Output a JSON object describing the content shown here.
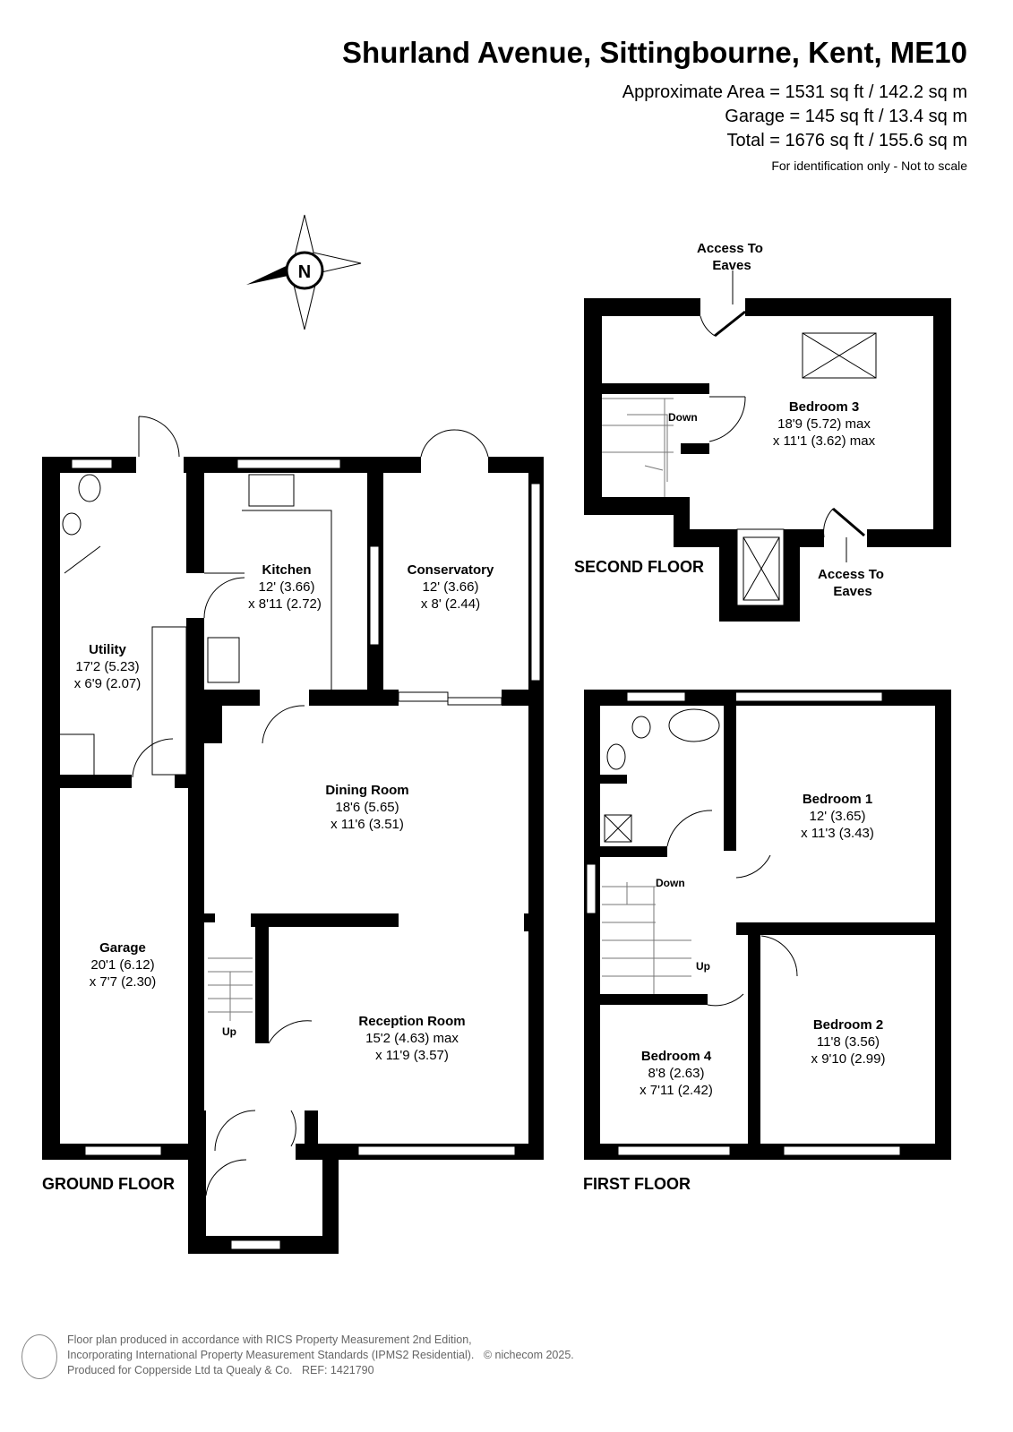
{
  "header": {
    "title": "Shurland Avenue, Sittingbourne, Kent, ME10",
    "approx_area": "Approximate Area = 1531 sq ft / 142.2 sq m",
    "garage_area": "Garage = 145 sq ft / 13.4 sq m",
    "total_area": "Total = 1676 sq ft / 155.6 sq m",
    "note": "For identification only - Not to scale"
  },
  "compass": {
    "label": "N"
  },
  "ground_floor": {
    "label": "GROUND FLOOR",
    "rooms": {
      "utility": {
        "name": "Utility",
        "d1": "17'2 (5.23)",
        "d2": "x 6'9 (2.07)"
      },
      "kitchen": {
        "name": "Kitchen",
        "d1": "12' (3.66)",
        "d2": "x 8'11 (2.72)"
      },
      "conservatory": {
        "name": "Conservatory",
        "d1": "12' (3.66)",
        "d2": "x 8' (2.44)"
      },
      "dining": {
        "name": "Dining Room",
        "d1": "18'6 (5.65)",
        "d2": "x 11'6 (3.51)"
      },
      "garage": {
        "name": "Garage",
        "d1": "20'1 (6.12)",
        "d2": "x 7'7 (2.30)"
      },
      "reception": {
        "name": "Reception Room",
        "d1": "15'2 (4.63) max",
        "d2": "x 11'9 (3.57)"
      }
    },
    "stairs_label": "Up"
  },
  "first_floor": {
    "label": "FIRST FLOOR",
    "rooms": {
      "bedroom1": {
        "name": "Bedroom 1",
        "d1": "12' (3.65)",
        "d2": "x 11'3 (3.43)"
      },
      "bedroom2": {
        "name": "Bedroom 2",
        "d1": "11'8 (3.56)",
        "d2": "x 9'10 (2.99)"
      },
      "bedroom4": {
        "name": "Bedroom 4",
        "d1": "8'8 (2.63)",
        "d2": "x 7'11 (2.42)"
      }
    },
    "down_label": "Down",
    "up_label": "Up"
  },
  "second_floor": {
    "label": "SECOND FLOOR",
    "rooms": {
      "bedroom3": {
        "name": "Bedroom 3",
        "d1": "18'9 (5.72) max",
        "d2": "x 11'1 (3.62) max"
      }
    },
    "down_label": "Down",
    "eaves_top": [
      "Access To",
      "Eaves"
    ],
    "eaves_bottom": [
      "Access To",
      "Eaves"
    ]
  },
  "footer": {
    "line1": "Floor plan produced in accordance with RICS Property Measurement 2nd Edition,",
    "line2": "Incorporating International Property Measurement Standards (IPMS2 Residential).",
    "copyright": "© nichecom 2025.",
    "line3": "Produced for Copperside Ltd ta Quealy & Co.",
    "ref": "REF: 1421790"
  }
}
